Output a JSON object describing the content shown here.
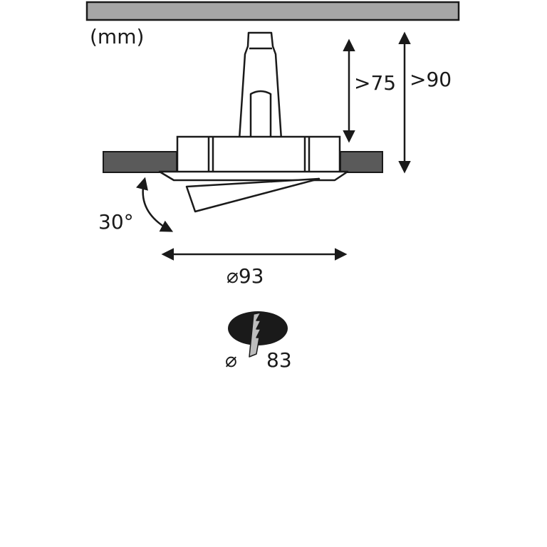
{
  "units_label": "(mm)",
  "dimensions": {
    "depth_min": ">75",
    "depth_total": ">90",
    "tilt_angle": "30°",
    "outer_diameter": "⌀93"
  },
  "cutout": {
    "diameter_symbol": "⌀",
    "diameter_value": "83"
  },
  "colors": {
    "ceiling_fill": "#a6a6a6",
    "board_fill": "#5a5a5a",
    "outline": "#1a1a1a",
    "cutout_fill": "#1a1a1a",
    "drill_fill": "#bdbdbd"
  }
}
